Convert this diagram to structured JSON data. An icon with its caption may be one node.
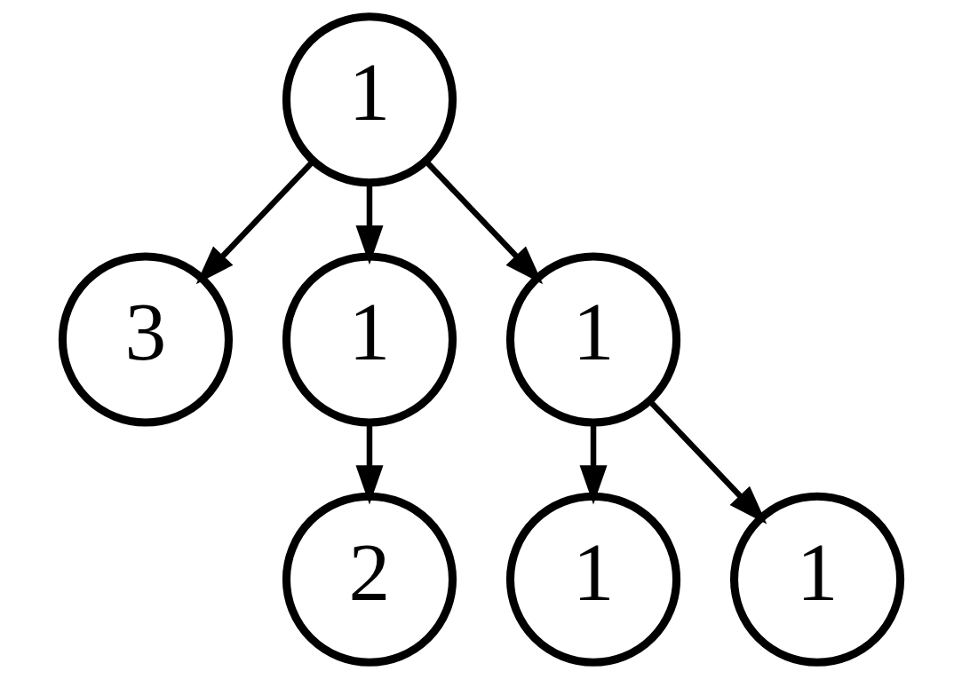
{
  "diagram": {
    "nodes": [
      {
        "text": [
          "1"
        ]
      },
      {
        "text": [
          "3"
        ]
      },
      {
        "text": [
          "1"
        ]
      },
      {
        "text": [
          "1"
        ]
      },
      {
        "text": [
          "2"
        ]
      },
      {
        "text": [
          "1"
        ]
      },
      {
        "text": [
          "1"
        ]
      }
    ],
    "edges": [
      {
        "from": 0,
        "to": 1,
        "arrow": "to"
      },
      {
        "from": 0,
        "to": 2,
        "arrow": "to"
      },
      {
        "from": 0,
        "to": 3,
        "arrow": "to"
      },
      {
        "from": 2,
        "to": 4,
        "arrow": "to"
      },
      {
        "from": 3,
        "to": 5,
        "arrow": "to"
      },
      {
        "from": 3,
        "to": 6,
        "arrow": "to"
      }
    ]
  }
}
